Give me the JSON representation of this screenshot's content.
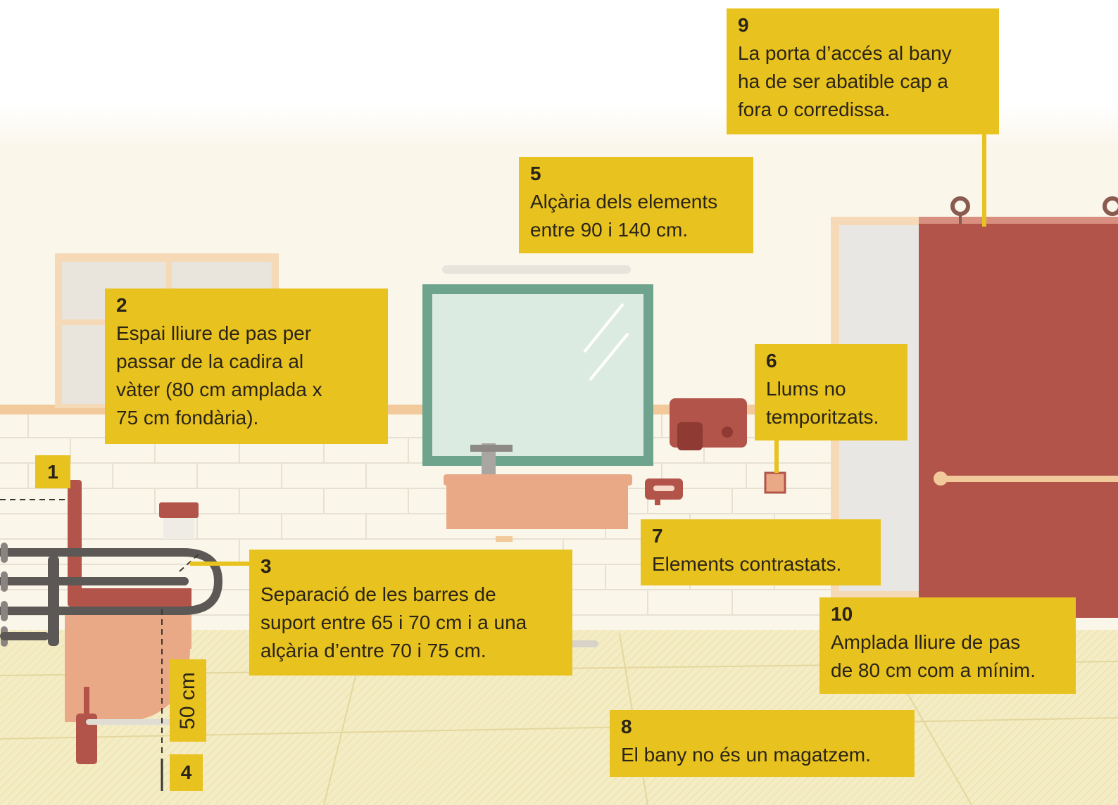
{
  "colors": {
    "wall": "#fbf6ea",
    "floor": "#f4ecc4",
    "callout": "#e8c21f",
    "door": "#b2544a",
    "mirror_frame": "#6ea48e",
    "mirror_glass": "#dcebe1",
    "sink": "#e9a987",
    "toilet": "#e9a987",
    "grab_bar": "#5b5855",
    "accent_red": "#b2544a"
  },
  "callouts": [
    {
      "id": "1",
      "num": "1",
      "text": ""
    },
    {
      "id": "2",
      "num": "2",
      "text": "Espai lliure de pas per\npassar de la cadira al\nvàter (80 cm amplada x\n75 cm fondària)."
    },
    {
      "id": "3",
      "num": "3",
      "text": "Separació de les barres de\nsuport entre 65 i 70 cm i a una\nalçària d’entre 70 i 75 cm."
    },
    {
      "id": "4",
      "num": "4",
      "text": ""
    },
    {
      "id": "5",
      "num": "5",
      "text": "Alçària dels elements\nentre 90 i 140 cm."
    },
    {
      "id": "6",
      "num": "6",
      "text": "Llums no\ntemporitzats."
    },
    {
      "id": "7",
      "num": "7",
      "text": "Elements contrastats."
    },
    {
      "id": "8",
      "num": "8",
      "text": "El bany no és un magatzem."
    },
    {
      "id": "9",
      "num": "9",
      "text": "La porta d’accés al bany\nha de ser abatible cap a\nfora o corredissa."
    },
    {
      "id": "10",
      "num": "10",
      "text": "Amplada lliure de pas\nde 80 cm com a mínim."
    }
  ],
  "measure_label": "50 cm"
}
